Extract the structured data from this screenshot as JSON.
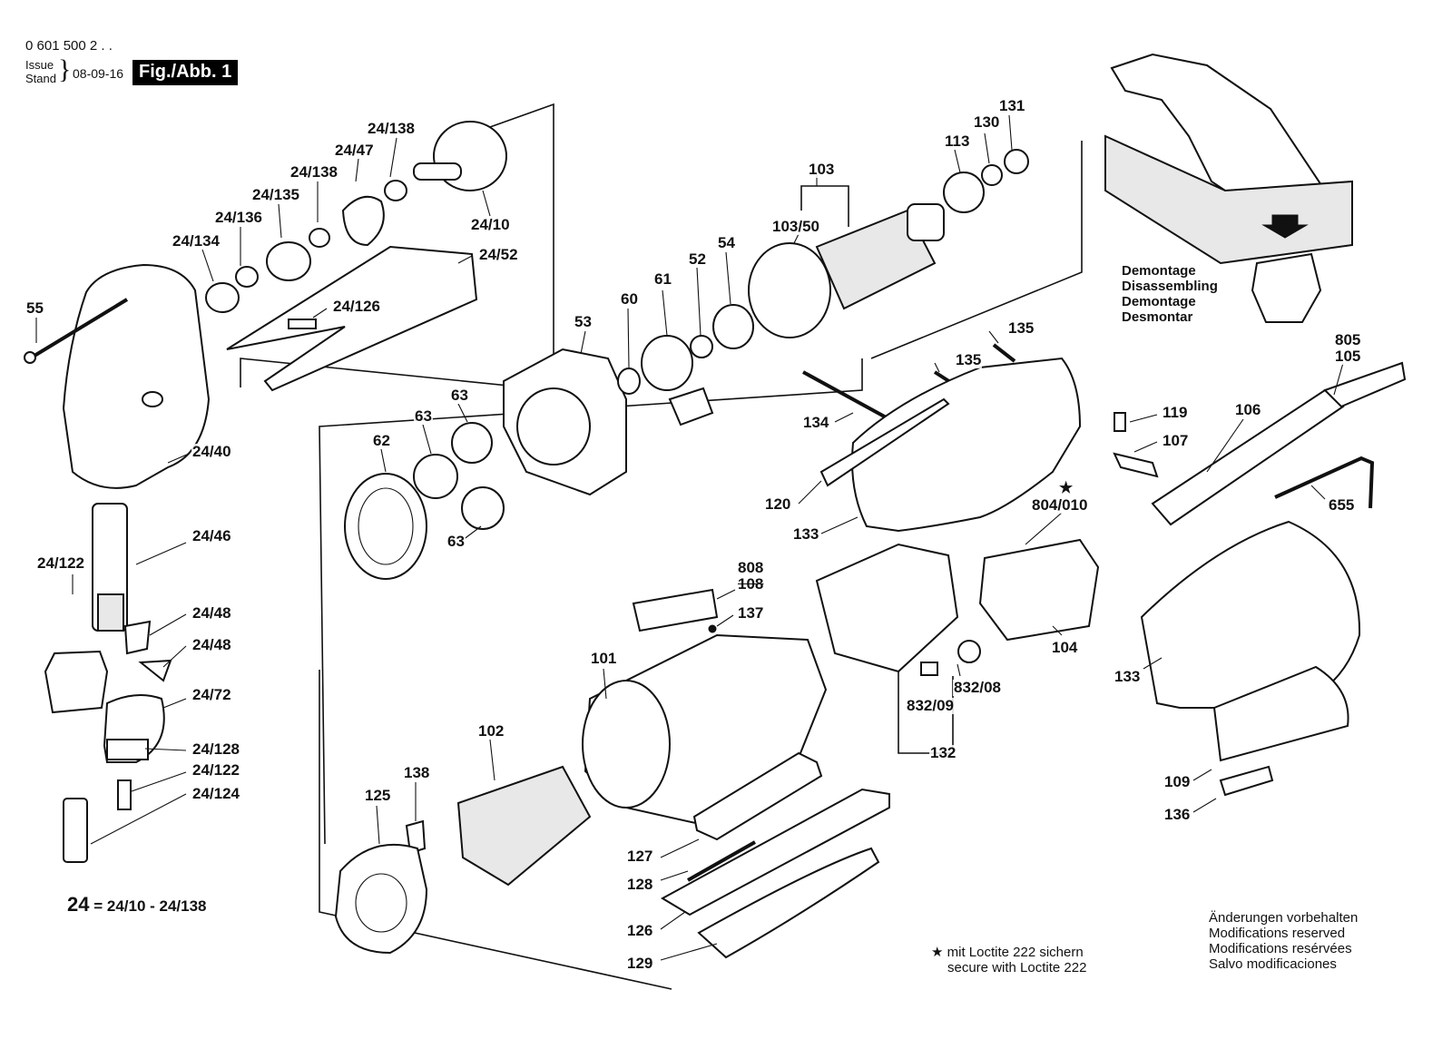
{
  "header": {
    "doc_number": "0 601 500 2 . .",
    "issue_label": "Issue",
    "stand_label": "Stand",
    "issue_date": "08-09-16",
    "figure_label": "Fig./Abb. 1"
  },
  "parts": {
    "p24_138a": "24/138",
    "p24_47": "24/47",
    "p24_138b": "24/138",
    "p24_135": "24/135",
    "p24_136": "24/136",
    "p24_134": "24/134",
    "p24_10": "24/10",
    "p24_52": "24/52",
    "p55": "55",
    "p24_126": "24/126",
    "p24_40": "24/40",
    "p24_46": "24/46",
    "p24_122a": "24/122",
    "p24_48a": "24/48",
    "p24_48b": "24/48",
    "p24_72": "24/72",
    "p24_128": "24/128",
    "p24_122b": "24/122",
    "p24_124": "24/124",
    "p103": "103",
    "p103_50": "103/50",
    "p113": "113",
    "p130": "130",
    "p131": "131",
    "p54": "54",
    "p52": "52",
    "p61": "61",
    "p60": "60",
    "p53": "53",
    "p63a": "63",
    "p63b": "63",
    "p63c": "63",
    "p62": "62",
    "p135a": "135",
    "p135b": "135",
    "p134": "134",
    "p120": "120",
    "p133a": "133",
    "p805": "805",
    "p105": "105",
    "p106": "106",
    "p119": "119",
    "p107": "107",
    "p655": "655",
    "p804_010": "804/010",
    "p808": "808",
    "p108": "108",
    "p137": "137",
    "p101": "101",
    "p104": "104",
    "p832_08": "832/08",
    "p832_09": "832/09",
    "p132": "132",
    "p133b": "133",
    "p102": "102",
    "p138": "138",
    "p125": "125",
    "p127": "127",
    "p128": "128",
    "p126": "126",
    "p129": "129",
    "p109": "109",
    "p136": "136"
  },
  "legend": {
    "key": "24",
    "text": "= 24/10 - 24/138"
  },
  "disassembly": [
    "Demontage",
    "Disassembling",
    "Demontage",
    "Desmontar"
  ],
  "loctite": {
    "star": "★",
    "line1": "mit Loctite 222 sichern",
    "line2": "secure with Loctite 222"
  },
  "modifications": [
    "Änderungen vorbehalten",
    "Modifications reserved",
    "Modifications resérvées",
    "Salvo modificaciones"
  ],
  "star_marker": "★"
}
